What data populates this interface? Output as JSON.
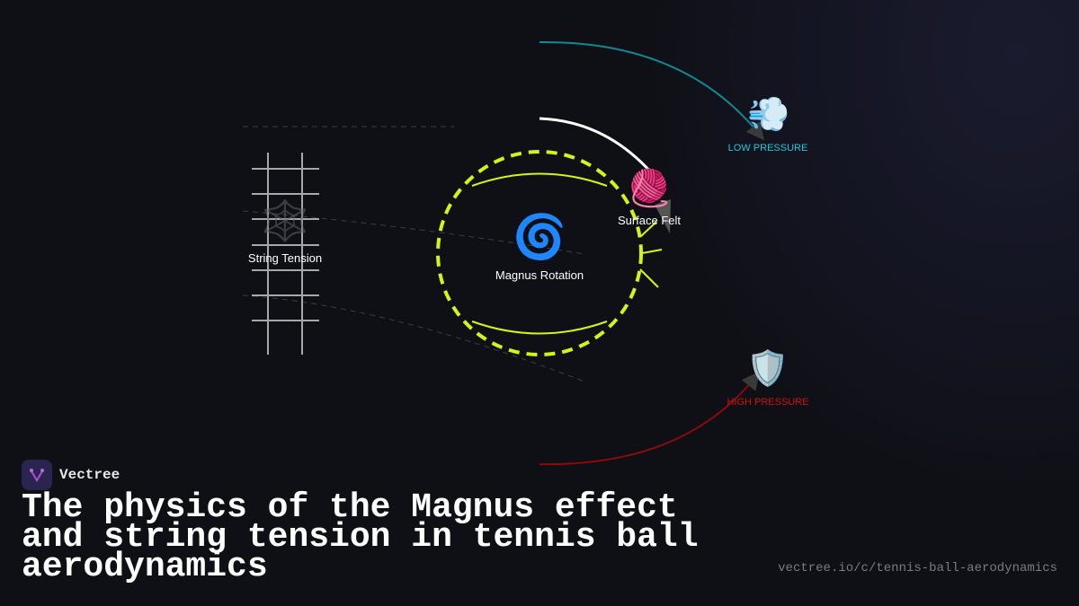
{
  "diagram": {
    "nodes": {
      "string_tension": {
        "label": "String Tension",
        "icon": "spider-web-icon",
        "glyph": "🕸️"
      },
      "magnus_rotation": {
        "label": "Magnus Rotation",
        "icon": "cyclone-icon",
        "glyph": "🌀"
      },
      "surface_felt": {
        "label": "Surface Felt",
        "icon": "yarn-ball-icon",
        "glyph": "🧶"
      },
      "low_pressure": {
        "label": "LOW PRESSURE",
        "icon": "dashing-away-icon",
        "glyph": "💨",
        "color": "#22c7d6"
      },
      "high_pressure": {
        "label": "HIGH PRESSURE",
        "icon": "shield-icon",
        "glyph": "🛡️",
        "color": "#d01010"
      }
    },
    "colors": {
      "ball_outline": "#d4f514",
      "low_arc": "#0f8a93",
      "high_arc": "#8b0a0a",
      "spin_arc": "#ffffff",
      "racket_strings": "#a8a8a8"
    }
  },
  "brand": {
    "name": "Vectree"
  },
  "title": "The physics of the Magnus effect and string tension in tennis ball aerodynamics",
  "url": "vectree.io/c/tennis-ball-aerodynamics"
}
